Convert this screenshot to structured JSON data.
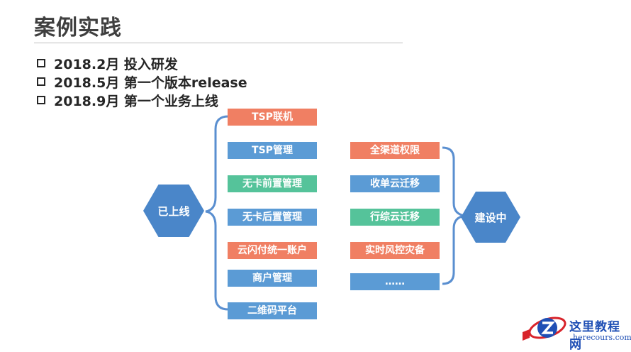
{
  "title": "案例实践",
  "bullets": [
    "2018.2月 投入研发",
    "2018.5月 第一个版本release",
    "2018.9月 第一个业务上线"
  ],
  "hex_left": "已上线",
  "hex_right": "建设中",
  "left_items": [
    "TSP联机",
    "TSP管理",
    "无卡前置管理",
    "无卡后置管理",
    "云闪付统一账户",
    "商户管理",
    "二维码平台"
  ],
  "right_items": [
    "全渠道权限",
    "收单云迁移",
    "行综云迁移",
    "实时风控灾备",
    "……"
  ],
  "colors": {
    "red": "#f07f63",
    "blue": "#5b9bd5",
    "green": "#55c39a",
    "hex": "#4a86c9",
    "brace": "#5a8fd0"
  },
  "logo": {
    "text": "这里教程网",
    "url": "herecours.com"
  }
}
